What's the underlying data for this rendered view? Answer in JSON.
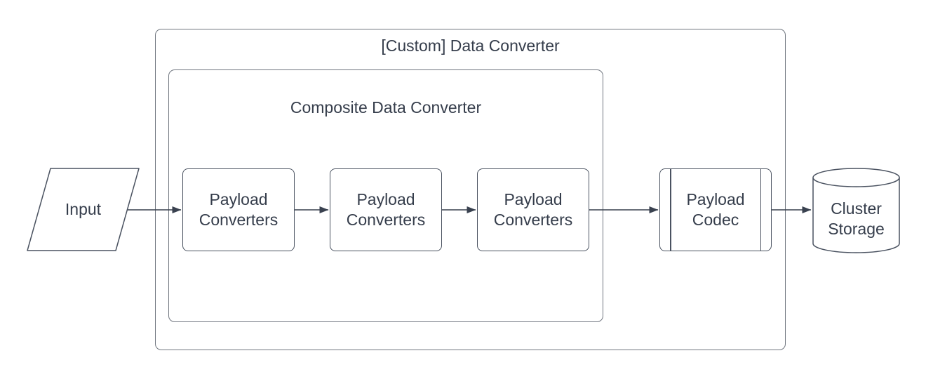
{
  "diagram": {
    "containers": [
      {
        "id": "custom-data-converter",
        "label": "[Custom] Data Converter"
      },
      {
        "id": "composite-data-converter",
        "label": "Composite Data Converter"
      }
    ],
    "nodes": [
      {
        "id": "input",
        "label": "Input",
        "shape": "parallelogram"
      },
      {
        "id": "payload-converters-1",
        "label": "Payload Converters",
        "shape": "rounded-rectangle"
      },
      {
        "id": "payload-converters-2",
        "label": "Payload Converters",
        "shape": "rounded-rectangle"
      },
      {
        "id": "payload-converters-3",
        "label": "Payload Converters",
        "shape": "rounded-rectangle"
      },
      {
        "id": "payload-codec",
        "label": "Payload Codec",
        "shape": "predefined-process"
      },
      {
        "id": "cluster-storage",
        "label": "Cluster Storage",
        "shape": "cylinder"
      }
    ],
    "edges": [
      {
        "from": "input",
        "to": "payload-converters-1"
      },
      {
        "from": "payload-converters-1",
        "to": "payload-converters-2"
      },
      {
        "from": "payload-converters-2",
        "to": "payload-converters-3"
      },
      {
        "from": "payload-converters-3",
        "to": "payload-codec"
      },
      {
        "from": "payload-codec",
        "to": "cluster-storage"
      }
    ],
    "colors": {
      "background": "#ffffff",
      "container_stroke": "#70767f",
      "shape_stroke": "#4a5260",
      "arrow": "#39414f",
      "text": "#353d4b"
    }
  }
}
